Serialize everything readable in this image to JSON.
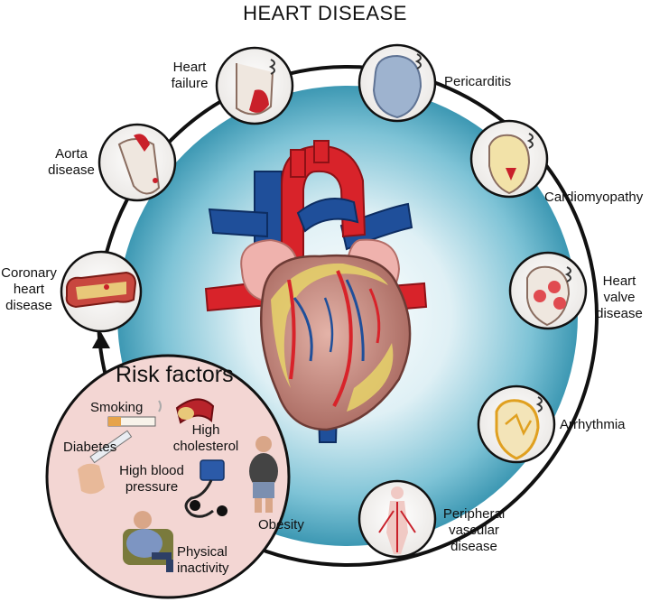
{
  "title": "HEART DISEASE",
  "conditions": [
    {
      "id": "heart-failure",
      "lines": [
        "Heart",
        "failure"
      ]
    },
    {
      "id": "pericarditis",
      "lines": [
        "Pericarditis"
      ]
    },
    {
      "id": "aorta-disease",
      "lines": [
        "Aorta",
        "disease"
      ]
    },
    {
      "id": "cardiomyopathy",
      "lines": [
        "Cardiomyopathy"
      ]
    },
    {
      "id": "coronary-heart-disease",
      "lines": [
        "Coronary",
        "heart",
        "disease"
      ]
    },
    {
      "id": "heart-valve-disease",
      "lines": [
        "Heart",
        "valve",
        "disease"
      ]
    },
    {
      "id": "arrhythmia",
      "lines": [
        "Arrhythmia"
      ]
    },
    {
      "id": "peripheral-vascular-disease",
      "lines": [
        "Peripheral",
        "vascular",
        "disease"
      ]
    }
  ],
  "risk_factors": {
    "title": "Risk factors",
    "items": [
      {
        "id": "smoking",
        "lines": [
          "Smoking"
        ]
      },
      {
        "id": "high-cholesterol",
        "lines": [
          "High",
          "cholesterol"
        ]
      },
      {
        "id": "diabetes",
        "lines": [
          "Diabetes"
        ]
      },
      {
        "id": "high-blood-pressure",
        "lines": [
          "High blood",
          "pressure"
        ]
      },
      {
        "id": "obesity",
        "lines": [
          "Obesity"
        ]
      },
      {
        "id": "physical-inactivity",
        "lines": [
          "Physical",
          "inactivity"
        ]
      }
    ]
  },
  "colors": {
    "ring": "#111111",
    "glow": "#5fb3c9",
    "artery": "#d8232a",
    "vein": "#1f4f9a",
    "muscle": "#c98e84",
    "fat": "#e6d36a",
    "risk_bg": "#f3d6d3"
  }
}
